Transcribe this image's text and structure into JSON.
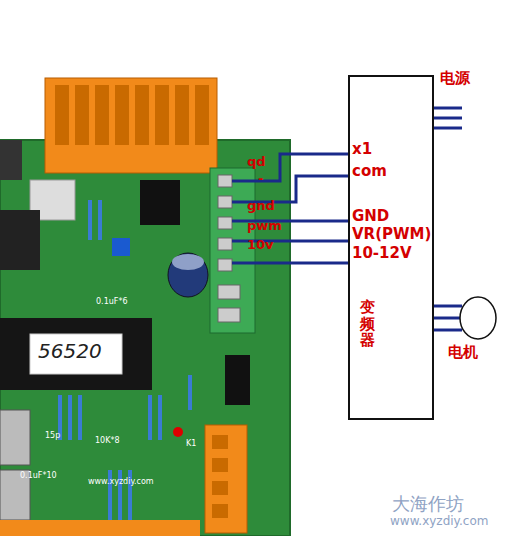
{
  "diagram": {
    "nodes": [
      {
        "text": [
          "变频器"
        ]
      },
      {
        "text": [
          "电机"
        ]
      }
    ],
    "edges": [
      {
        "from": 0,
        "to": 1,
        "arrow": "none"
      }
    ],
    "labels": [
      "电源",
      "qd",
      "-",
      "gnd",
      "pwm",
      "10v",
      "x1",
      "com",
      "GND",
      "VR(PWM)",
      "10-12V",
      "56520",
      "www.xyzdiy.com",
      "10K*8",
      "0.1uF*6",
      "0.1uF*10",
      "15p",
      "K1",
      "大海作坊",
      "www.xyzdiy.com"
    ]
  }
}
